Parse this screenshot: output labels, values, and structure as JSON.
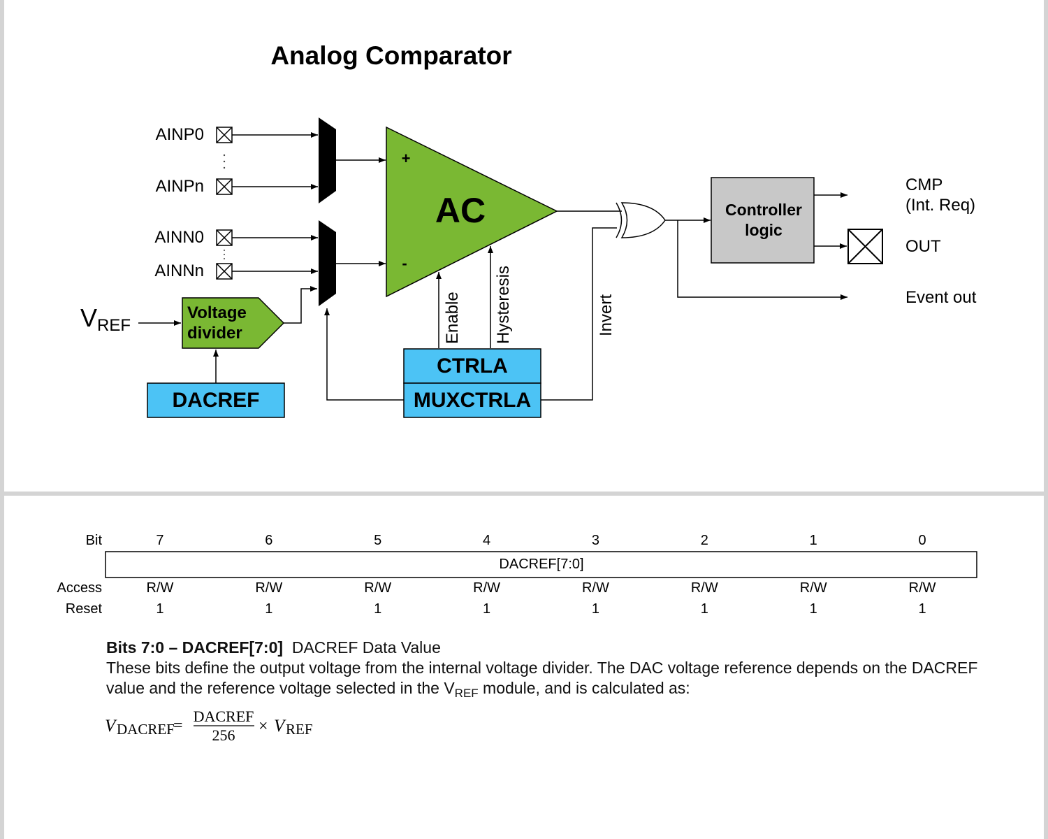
{
  "diagram": {
    "title": "Analog Comparator",
    "pins": {
      "ainp0": "AINP0",
      "ainpn": "AINPn",
      "ainn0": "AINN0",
      "ainnn": "AINNn"
    },
    "vref": {
      "main": "V",
      "sub": "REF"
    },
    "voltage_divider": {
      "line1": "Voltage",
      "line2": "divider"
    },
    "dacref_box": "DACREF",
    "comparator": {
      "label": "AC",
      "plus": "+",
      "minus": "-"
    },
    "signals": {
      "enable": "Enable",
      "hysteresis": "Hysteresis",
      "invert": "Invert"
    },
    "ctrla": "CTRLA",
    "muxctrla": "MUXCTRLA",
    "controller": {
      "line1": "Controller",
      "line2": "logic"
    },
    "outputs": {
      "cmp1": "CMP",
      "cmp2": "(Int. Req)",
      "out": "OUT",
      "event": "Event out"
    },
    "colors": {
      "green": "#7ab833",
      "blue": "#4cc3f5",
      "gray": "#c8c8c8"
    }
  },
  "register": {
    "row_labels": {
      "bit": "Bit",
      "access": "Access",
      "reset": "Reset"
    },
    "bits": [
      "7",
      "6",
      "5",
      "4",
      "3",
      "2",
      "1",
      "0"
    ],
    "field": "DACREF[7:0]",
    "access": [
      "R/W",
      "R/W",
      "R/W",
      "R/W",
      "R/W",
      "R/W",
      "R/W",
      "R/W"
    ],
    "reset": [
      "1",
      "1",
      "1",
      "1",
      "1",
      "1",
      "1",
      "1"
    ]
  },
  "description": {
    "heading": "Bits 7:0 – DACREF[7:0]",
    "heading_suffix": "DACREF Data Value",
    "text_part1": "These bits define the output voltage from the internal voltage divider. The DAC voltage reference depends on the DACREF value and the reference voltage selected in the V",
    "text_sub": "REF",
    "text_part2": " module, and is calculated as:"
  },
  "formula": {
    "lhs_v": "V",
    "lhs_sub": "DACREF",
    "eq": "=",
    "numerator": "DACREF",
    "denominator": "256",
    "times": "×",
    "rhs_v": "V",
    "rhs_sub": "REF"
  }
}
